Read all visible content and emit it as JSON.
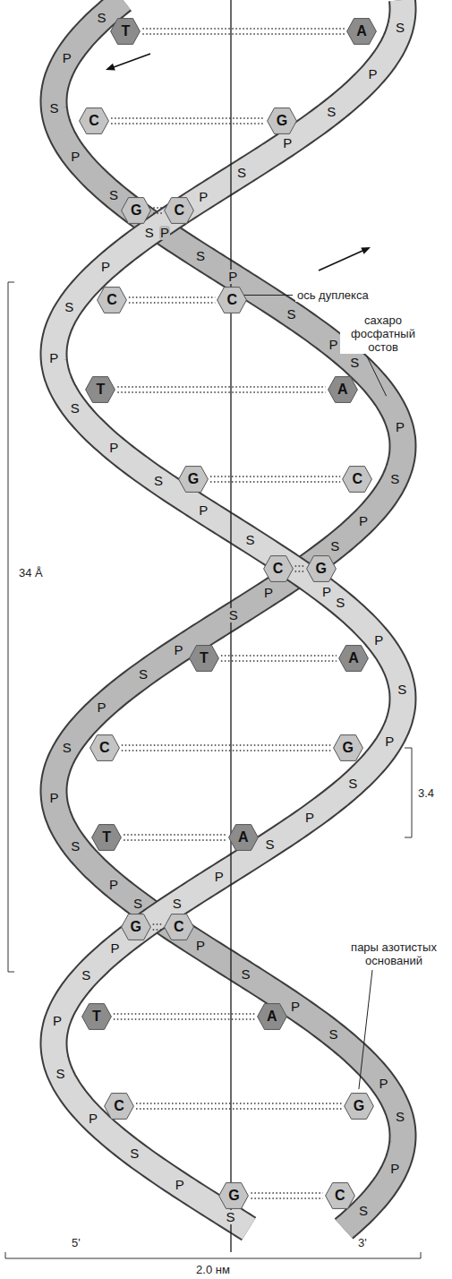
{
  "diagram": {
    "nodes": [
      {
        "text": [
          "T"
        ]
      },
      {
        "text": [
          "A"
        ]
      },
      {
        "text": [
          "C"
        ]
      },
      {
        "text": [
          "G"
        ]
      },
      {
        "text": [
          "G"
        ]
      },
      {
        "text": [
          "C"
        ]
      },
      {
        "text": [
          "C"
        ]
      },
      {
        "text": [
          "C"
        ]
      },
      {
        "text": [
          "T"
        ]
      },
      {
        "text": [
          "A"
        ]
      },
      {
        "text": [
          "G"
        ]
      },
      {
        "text": [
          "C"
        ]
      },
      {
        "text": [
          "C"
        ]
      },
      {
        "text": [
          "G"
        ]
      },
      {
        "text": [
          "T"
        ]
      },
      {
        "text": [
          "A"
        ]
      },
      {
        "text": [
          "C"
        ]
      },
      {
        "text": [
          "G"
        ]
      },
      {
        "text": [
          "T"
        ]
      },
      {
        "text": [
          "A"
        ]
      },
      {
        "text": [
          "G"
        ]
      },
      {
        "text": [
          "C"
        ]
      },
      {
        "text": [
          "T"
        ]
      },
      {
        "text": [
          "A"
        ]
      },
      {
        "text": [
          "C"
        ]
      },
      {
        "text": [
          "G"
        ]
      },
      {
        "text": [
          "G"
        ]
      },
      {
        "text": [
          "C"
        ]
      }
    ],
    "edges": [
      {
        "from": 0,
        "to": 1,
        "arrow": "none"
      },
      {
        "from": 2,
        "to": 3,
        "arrow": "none"
      },
      {
        "from": 4,
        "to": 5,
        "arrow": "none"
      },
      {
        "from": 6,
        "to": 7,
        "arrow": "none"
      },
      {
        "from": 8,
        "to": 9,
        "arrow": "none"
      },
      {
        "from": 10,
        "to": 11,
        "arrow": "none"
      },
      {
        "from": 12,
        "to": 13,
        "arrow": "none"
      },
      {
        "from": 14,
        "to": 15,
        "arrow": "none"
      },
      {
        "from": 16,
        "to": 17,
        "arrow": "none"
      },
      {
        "from": 18,
        "to": 19,
        "arrow": "none"
      },
      {
        "from": 20,
        "to": 21,
        "arrow": "none"
      },
      {
        "from": 22,
        "to": 23,
        "arrow": "none"
      },
      {
        "from": 24,
        "to": 25,
        "arrow": "none"
      },
      {
        "from": 26,
        "to": 27,
        "arrow": "none"
      }
    ],
    "labels": [
      "ось дуплекса",
      "сахаро фосфатный остов",
      "пары азотистых оснований",
      "34 Å",
      "3.4",
      "5'",
      "3'",
      "2.0 нм",
      "S",
      "P",
      "S",
      "P",
      "S",
      "P",
      "S",
      "P",
      "S",
      "P",
      "S",
      "P",
      "S",
      "P",
      "S",
      "P",
      "S",
      "P",
      "S",
      "P",
      "S",
      "P",
      "S",
      "P",
      "S",
      "P",
      "S",
      "P",
      "S",
      "P",
      "S",
      "P",
      "S",
      "S",
      "P",
      "S",
      "P",
      "S",
      "P",
      "S",
      "P",
      "S",
      "P",
      "S",
      "P",
      "S",
      "P",
      "S",
      "P",
      "S",
      "P",
      "S",
      "P",
      "S",
      "P",
      "S",
      "P",
      "S",
      "P",
      "S",
      "P",
      "S",
      "P",
      "S",
      "P",
      "S"
    ]
  }
}
